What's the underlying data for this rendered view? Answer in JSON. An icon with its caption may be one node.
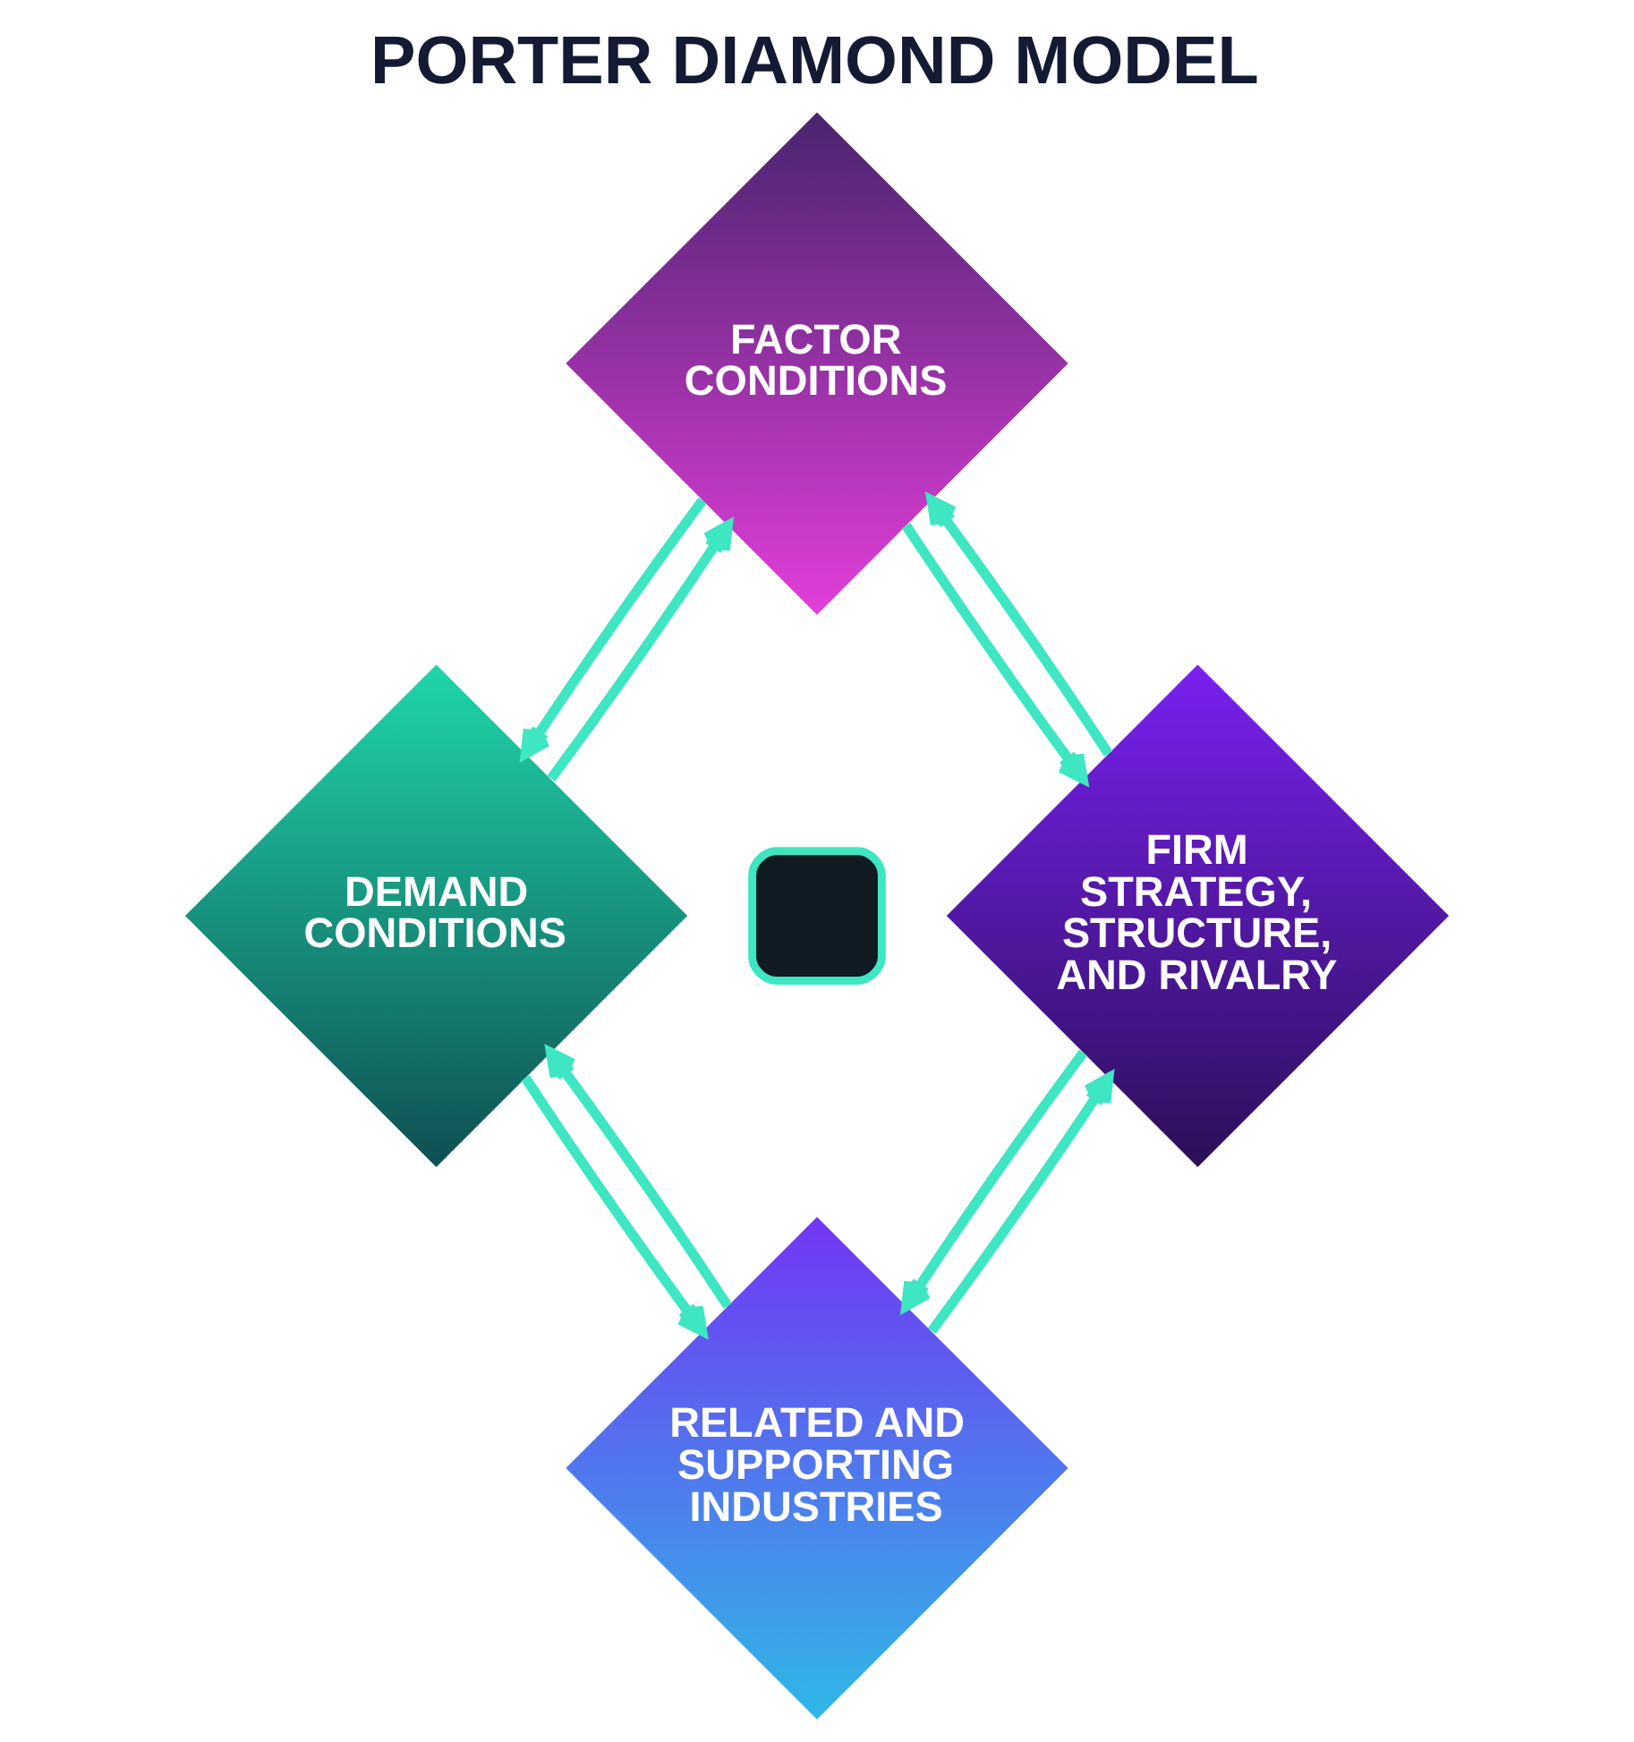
{
  "diagram": {
    "title": "PORTER DIAMOND MODEL",
    "nodes": [
      {
        "text": [
          "FACTOR CONDITIONS"
        ]
      },
      {
        "text": [
          "DEMAND CONDITIONS"
        ]
      },
      {
        "text": [],
        "shape": "box"
      },
      {
        "text": [
          "FIRM STRATEGY, STRUCTURE, AND RIVALRY"
        ]
      },
      {
        "text": [
          "RELATED AND SUPPORTING INDUSTRIES"
        ]
      }
    ],
    "edges": [
      {
        "from": 1,
        "to": 0,
        "arrow": "to"
      },
      {
        "from": 0,
        "to": 1,
        "arrow": "to"
      },
      {
        "from": 0,
        "to": 3,
        "arrow": "to"
      },
      {
        "from": 3,
        "to": 0,
        "arrow": "to"
      },
      {
        "from": 1,
        "to": 4,
        "arrow": "to"
      },
      {
        "from": 4,
        "to": 1,
        "arrow": "to"
      },
      {
        "from": 4,
        "to": 3,
        "arrow": "to"
      },
      {
        "from": 3,
        "to": 4,
        "arrow": "to"
      }
    ]
  }
}
